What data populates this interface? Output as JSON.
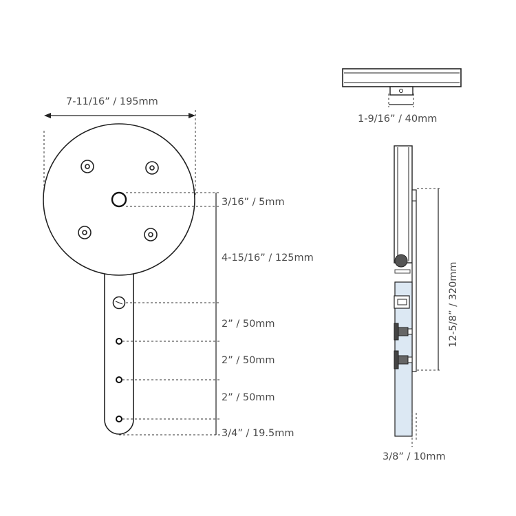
{
  "dimensions": {
    "plate_width": "7-11/16” / 195mm",
    "hole_offset": "3/16” / 5mm",
    "arm_top": "4-15/16” / 125mm",
    "spacing_1": "2” / 50mm",
    "spacing_2": "2” / 50mm",
    "spacing_3": "2” / 50mm",
    "end_offset": "3/4” / 19.5mm",
    "roller_width": "1-9/16” / 40mm",
    "total_height": "12-5/8” / 320mm",
    "door_thickness": "3/8” / 10mm"
  },
  "colors": {
    "stroke": "#222222",
    "glass": "#dce8f3",
    "roller": "#555555",
    "text": "#4a4a4a"
  }
}
